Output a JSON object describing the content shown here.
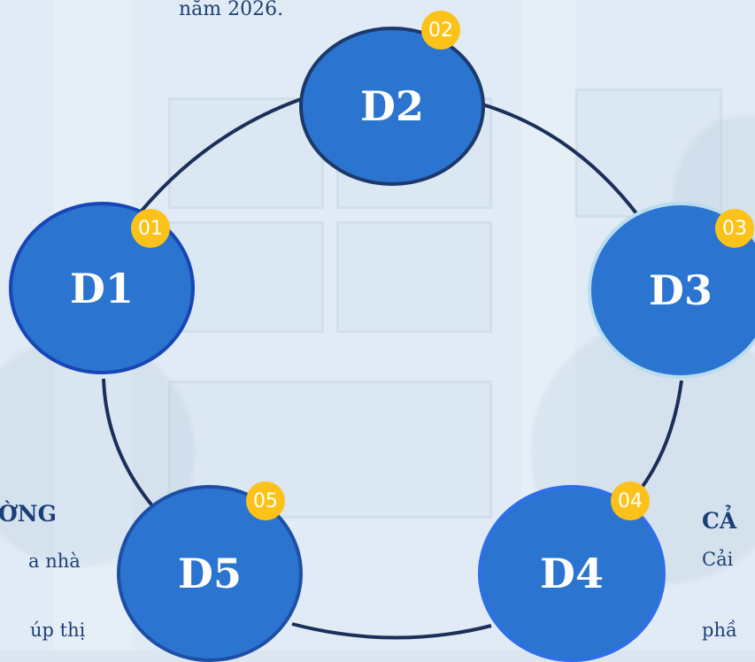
{
  "nodes": [
    {
      "id": "D1",
      "badge": "01"
    },
    {
      "id": "D2",
      "badge": "02"
    },
    {
      "id": "D3",
      "badge": "03"
    },
    {
      "id": "D4",
      "badge": "04"
    },
    {
      "id": "D5",
      "badge": "05"
    }
  ],
  "texts": {
    "top_caption": "năm 2026.",
    "left_heading": "ỜNG",
    "left_line1": "a nhà",
    "left_line2": "úp thị",
    "right_heading": "CẢ",
    "right_line1": "Cải",
    "right_line2": "phầ"
  },
  "colors": {
    "node_fill": "#2b74cf",
    "ring_stroke": "#1c2f5a",
    "badge_fill": "#fcc21a",
    "text_dark": "#1d3f73"
  }
}
